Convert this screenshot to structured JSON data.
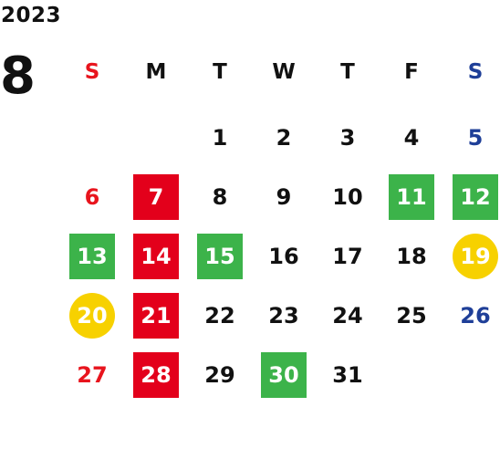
{
  "calendar": {
    "year": "2023",
    "month": "8",
    "weekdays": [
      "S",
      "M",
      "T",
      "W",
      "T",
      "F",
      "S"
    ],
    "colors": {
      "sunday": "#e8141d",
      "saturday": "#1f3f98",
      "red_highlight": "#e3001b",
      "green_highlight": "#3cb34a",
      "yellow_highlight": "#f7d100"
    },
    "weeks": [
      [
        {
          "d": ""
        },
        {
          "d": ""
        },
        {
          "d": "1"
        },
        {
          "d": "2"
        },
        {
          "d": "3"
        },
        {
          "d": "4"
        },
        {
          "d": "5"
        }
      ],
      [
        {
          "d": "6"
        },
        {
          "d": "7",
          "mark": "red"
        },
        {
          "d": "8"
        },
        {
          "d": "9"
        },
        {
          "d": "10"
        },
        {
          "d": "11",
          "mark": "green"
        },
        {
          "d": "12",
          "mark": "green"
        }
      ],
      [
        {
          "d": "13",
          "mark": "green"
        },
        {
          "d": "14",
          "mark": "red"
        },
        {
          "d": "15",
          "mark": "green"
        },
        {
          "d": "16"
        },
        {
          "d": "17"
        },
        {
          "d": "18"
        },
        {
          "d": "19",
          "mark": "yellow"
        }
      ],
      [
        {
          "d": "20",
          "mark": "yellow"
        },
        {
          "d": "21",
          "mark": "red"
        },
        {
          "d": "22"
        },
        {
          "d": "23"
        },
        {
          "d": "24"
        },
        {
          "d": "25"
        },
        {
          "d": "26"
        }
      ],
      [
        {
          "d": "27"
        },
        {
          "d": "28",
          "mark": "red"
        },
        {
          "d": "29"
        },
        {
          "d": "30",
          "mark": "green"
        },
        {
          "d": "31"
        },
        {
          "d": ""
        },
        {
          "d": ""
        }
      ]
    ]
  }
}
